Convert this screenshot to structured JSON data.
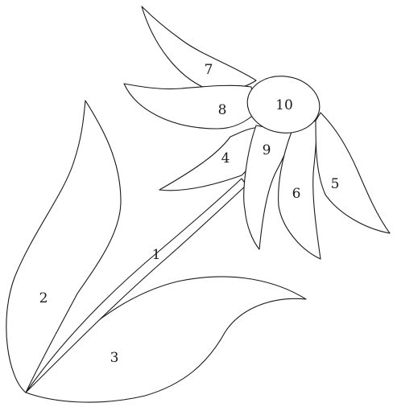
{
  "diagram": {
    "regions": [
      {
        "number": "1",
        "part": "stem"
      },
      {
        "number": "2",
        "part": "leaf"
      },
      {
        "number": "3",
        "part": "leaf"
      },
      {
        "number": "4",
        "part": "petal"
      },
      {
        "number": "5",
        "part": "petal"
      },
      {
        "number": "6",
        "part": "petal"
      },
      {
        "number": "7",
        "part": "petal"
      },
      {
        "number": "8",
        "part": "petal"
      },
      {
        "number": "9",
        "part": "petal"
      },
      {
        "number": "10",
        "part": "flower-center"
      }
    ],
    "colors": {
      "line": "#1a1a1a",
      "fill": "#ffffff",
      "background": "#ffffff"
    }
  }
}
